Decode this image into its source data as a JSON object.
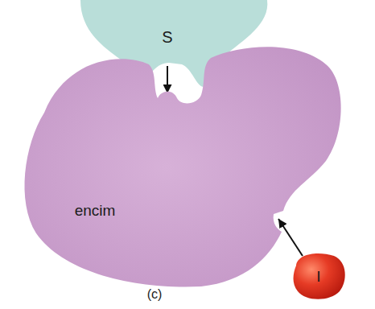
{
  "diagram": {
    "nodes": [
      {
        "text": [
          "S"
        ]
      },
      {
        "text": [
          "encim"
        ]
      },
      {
        "text": [
          "I"
        ]
      }
    ],
    "edges": [
      {
        "from": 0,
        "to": 1,
        "arrow": "to"
      },
      {
        "from": 2,
        "to": 1,
        "arrow": "to"
      }
    ],
    "labels": [
      "(c)"
    ]
  }
}
